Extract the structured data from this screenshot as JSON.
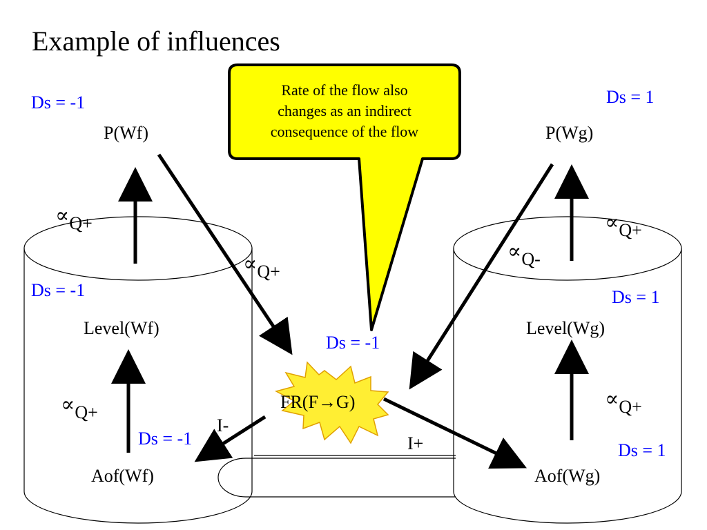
{
  "title": "Example of influences",
  "callout": {
    "line1": "Rate of the flow also",
    "line2": "changes as an indirect",
    "line3": "consequence of the flow"
  },
  "nodes": {
    "p_wf": "P(Wf)",
    "p_wg": "P(Wg)",
    "level_wf": "Level(Wf)",
    "level_wg": "Level(Wg)",
    "aof_wf": "Aof(Wf)",
    "aof_wg": "Aof(Wg)",
    "flow_rate": "FR(F→G)"
  },
  "ds": {
    "p_wf": "Ds = -1",
    "p_wg": "Ds = 1",
    "level_wf": "Ds = -1",
    "level_wg": "Ds = 1",
    "flow_rate": "Ds = -1",
    "aof_wf": "Ds = -1",
    "aof_wg": "Ds = 1"
  },
  "influences": {
    "i_minus": "I-",
    "i_plus": "I+"
  },
  "proportionalities": {
    "symbol": "∝",
    "q_plus": "Q+",
    "q_minus": "Q-"
  },
  "colors": {
    "ds_text": "#0000ff",
    "callout_fill": "#ffff00",
    "burst_fill": "#ffee33",
    "burst_stroke": "#e0a000"
  }
}
